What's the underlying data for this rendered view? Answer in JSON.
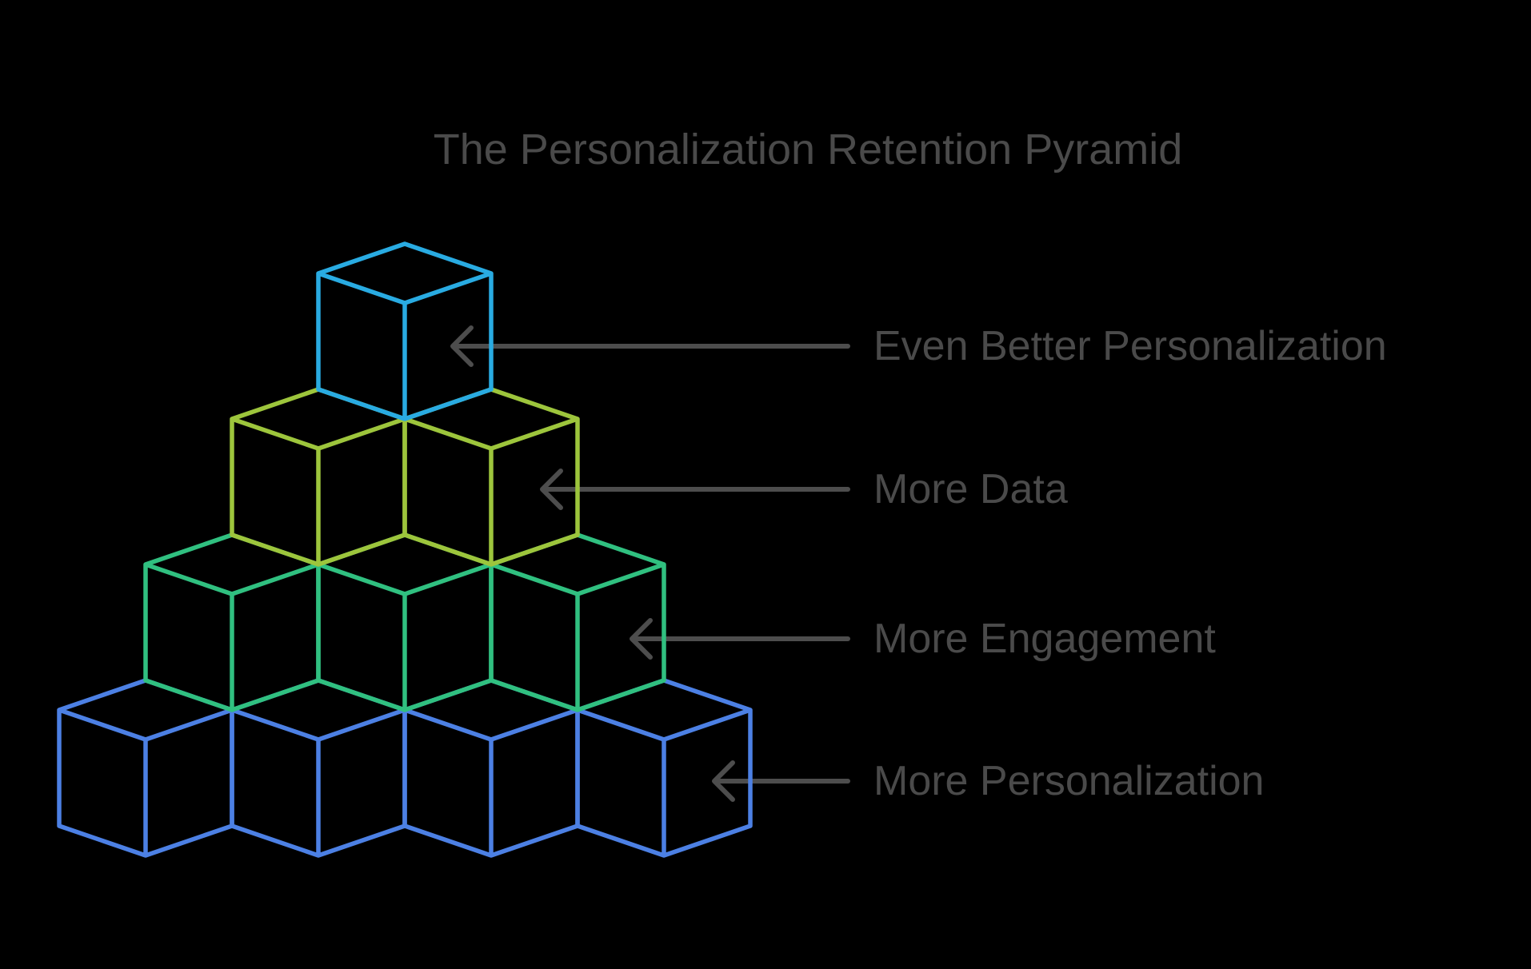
{
  "title": "The Personalization Retention Pyramid",
  "pyramid": {
    "background_color": "#000000",
    "text_color": "#4A4A4A",
    "arrow_color": "#4D4D4D",
    "layers": [
      {
        "label": "Even Better Personalization",
        "color": "#29ABE2",
        "cubes": 1
      },
      {
        "label": "More Data",
        "color": "#9DC53C",
        "cubes": 2
      },
      {
        "label": "More Engagement",
        "color": "#30C080",
        "cubes": 3
      },
      {
        "label": "More Personalization",
        "color": "#4C80E4",
        "cubes": 4
      }
    ]
  }
}
